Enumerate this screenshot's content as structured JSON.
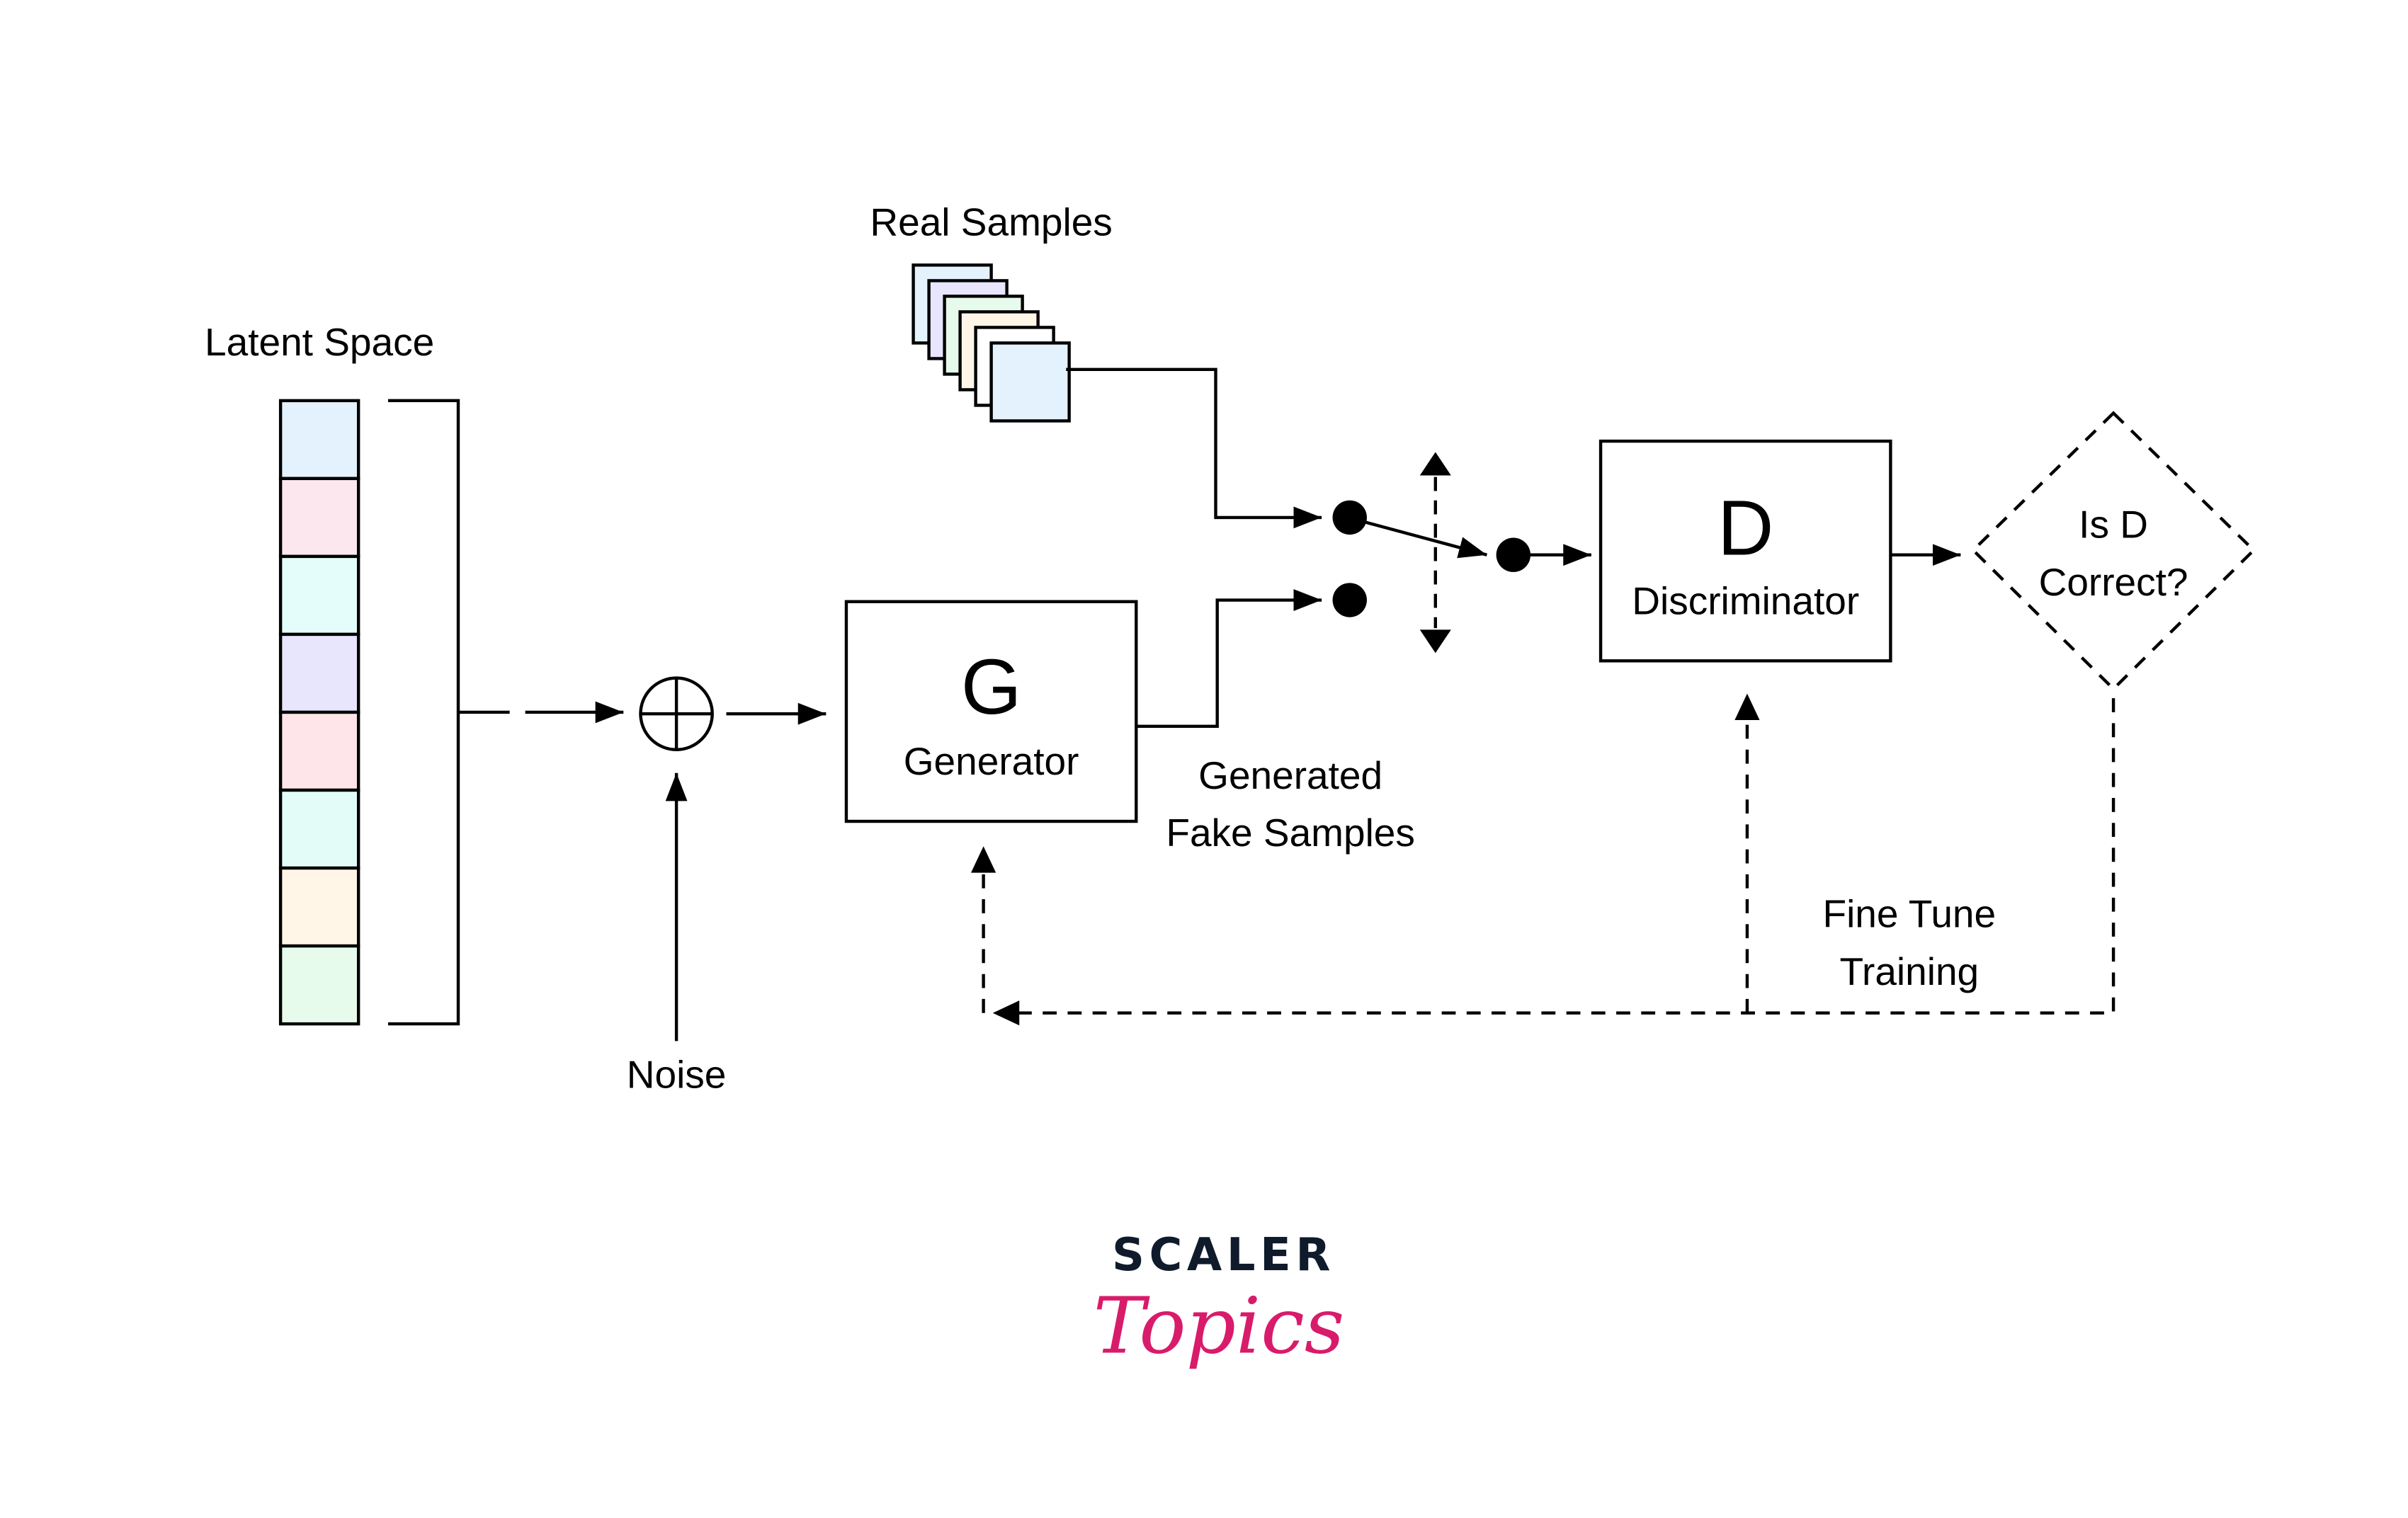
{
  "diagram": {
    "latent_space": {
      "label": "Latent Space",
      "cell_colors": [
        "#e3f2fd",
        "#fde7ef",
        "#e4fdfa",
        "#e8e6fc",
        "#fde5ea",
        "#e3fcf7",
        "#fff6e8",
        "#e6fbeb"
      ]
    },
    "real_samples": {
      "label": "Real Samples",
      "stack_colors": [
        "#e3f2fd",
        "#e8e6fc",
        "#e6fbeb",
        "#fff6e8",
        "#ffffff",
        "#e3f2fd"
      ]
    },
    "noise": {
      "label": "Noise"
    },
    "generator": {
      "letter": "G",
      "label": "Generator"
    },
    "fake_samples": {
      "line1": "Generated",
      "line2": "Fake Samples"
    },
    "discriminator": {
      "letter": "D",
      "label": "Discriminator"
    },
    "decision": {
      "line1": "Is D",
      "line2": "Correct?"
    },
    "feedback": {
      "line1": "Fine Tune",
      "line2": "Training"
    }
  },
  "logo": {
    "line1": "SCALER",
    "line2": "Topics",
    "color_dark": "#0f1a2b",
    "color_accent": "#d81b6a"
  }
}
